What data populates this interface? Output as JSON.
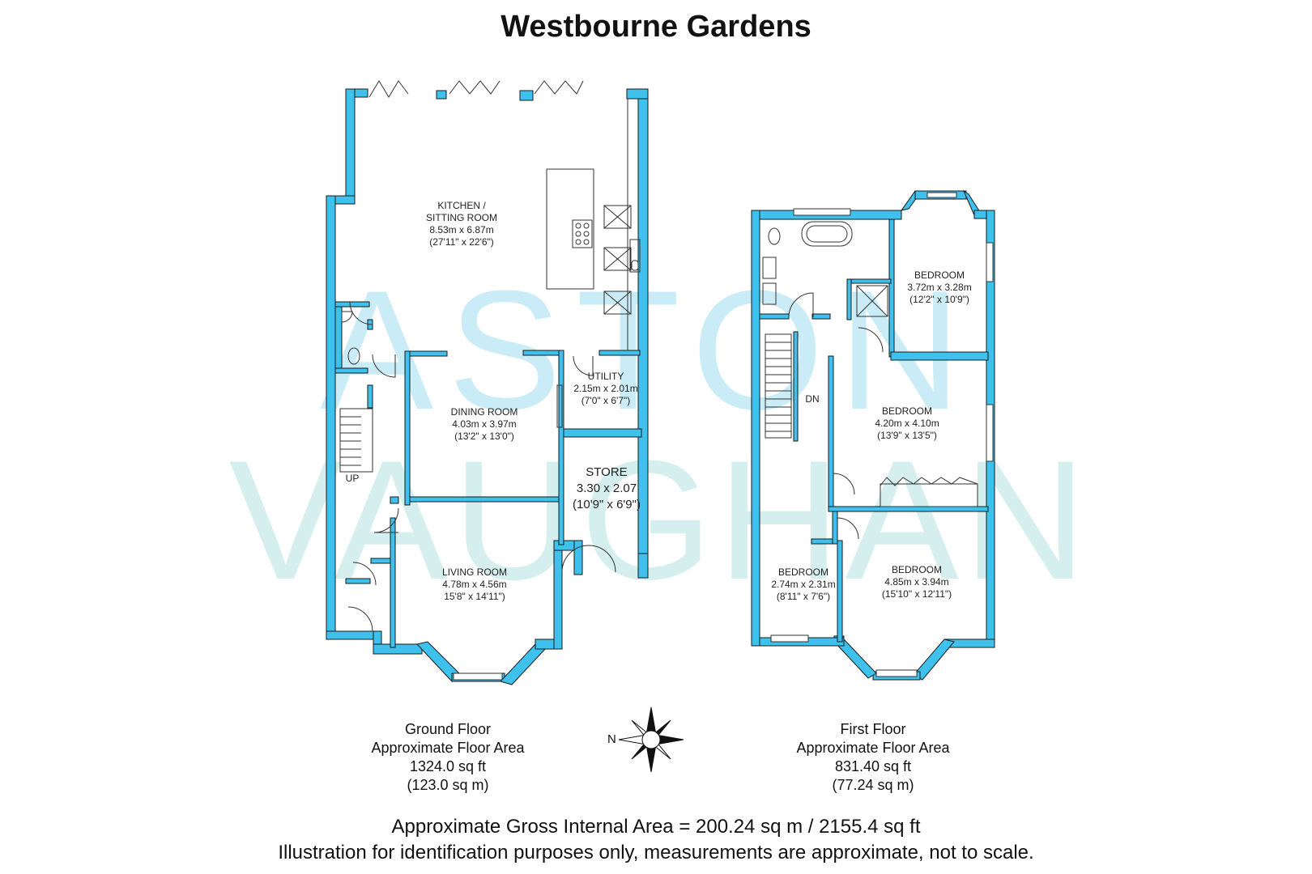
{
  "title": "Westbourne Gardens",
  "watermark": {
    "line1": "ASTON",
    "line2": "VAUGHAN",
    "color": "#5ec6e6"
  },
  "colors": {
    "wall": "#3ec1ec",
    "wall_stroke": "#1a1a1a",
    "text": "#111111"
  },
  "ground_floor": {
    "rooms": [
      {
        "name": "KITCHEN /",
        "name2": "SITTING ROOM",
        "metric": "8.53m x 6.87m",
        "imperial": "(27'11\" x 22'6\")"
      },
      {
        "name": "DINING ROOM",
        "metric": "4.03m x 3.97m",
        "imperial": "(13'2\" x 13'0\")"
      },
      {
        "name": "UTILITY",
        "metric": "2.15m x 2.01m",
        "imperial": "(7'0\" x 6'7\")"
      },
      {
        "name": "STORE",
        "metric": "3.30 x 2.07",
        "imperial": "(10'9\" x 6'9\")"
      },
      {
        "name": "LIVING ROOM",
        "metric": "4.78m x 4.56m",
        "imperial": "15'8\" x 14'11\")"
      }
    ],
    "stairs_label": "UP",
    "label": "Ground Floor",
    "area_label": "Approximate Floor Area",
    "area_sqft": "1324.0 sq ft",
    "area_sqm": "(123.0 sq m)"
  },
  "first_floor": {
    "rooms": [
      {
        "name": "BEDROOM",
        "metric": "3.72m x 3.28m",
        "imperial": "(12'2\" x 10'9\")"
      },
      {
        "name": "BEDROOM",
        "metric": "4.20m x 4.10m",
        "imperial": "(13'9\" x 13'5\")"
      },
      {
        "name": "BEDROOM",
        "metric": "2.74m x 2.31m",
        "imperial": "(8'11\" x 7'6\")"
      },
      {
        "name": "BEDROOM",
        "metric": "4.85m x 3.94m",
        "imperial": "(15'10\" x 12'11\")"
      }
    ],
    "stairs_label": "DN",
    "label": "First Floor",
    "area_label": "Approximate Floor Area",
    "area_sqft": "831.40 sq ft",
    "area_sqm": "(77.24 sq m)"
  },
  "compass": {
    "label": "N"
  },
  "footer": {
    "gross": "Approximate Gross Internal Area = 200.24 sq m / 2155.4 sq ft",
    "disclaimer": "Illustration for identification purposes only, measurements are approximate, not to scale."
  }
}
